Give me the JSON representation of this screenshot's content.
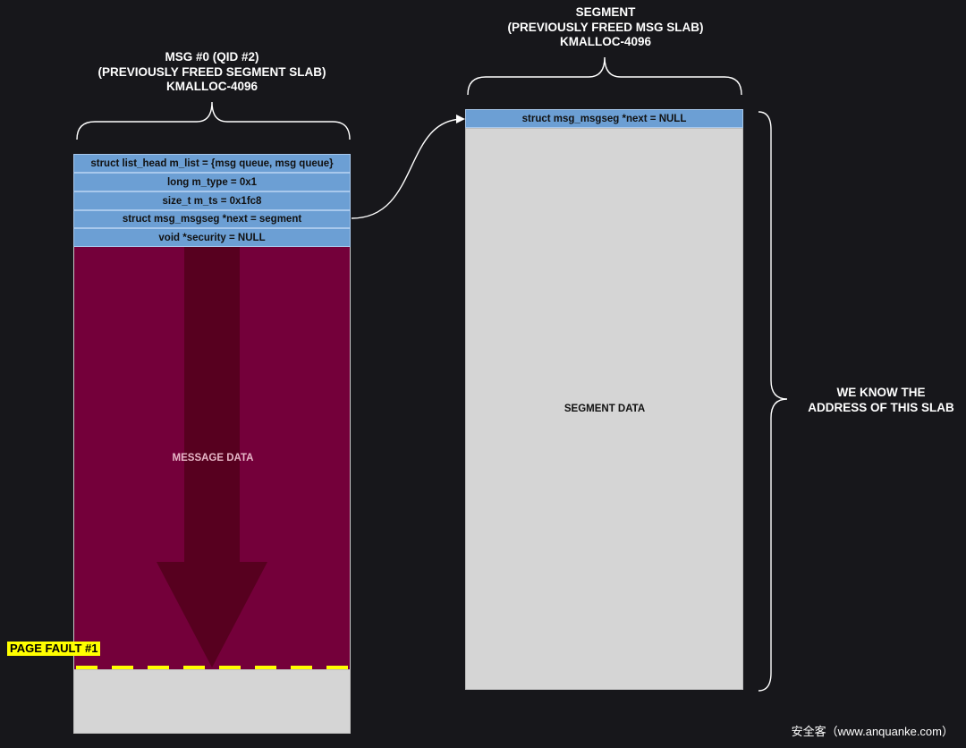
{
  "msg": {
    "title_lines": [
      "MSG #0 (QID #2)",
      "(PREVIOUSLY FREED SEGMENT SLAB)",
      "KMALLOC-4096"
    ],
    "fields": [
      "struct list_head m_list = {msg queue, msg queue}",
      "long m_type = 0x1",
      "size_t m_ts = 0x1fc8",
      "struct msg_msgseg *next = segment",
      "void *security = NULL"
    ],
    "data_label": "MESSAGE DATA",
    "page_fault_label": "PAGE FAULT #1"
  },
  "segment": {
    "title_lines": [
      "SEGMENT",
      "(PREVIOUSLY FREED MSG SLAB)",
      "KMALLOC-4096"
    ],
    "fields": [
      "struct msg_msgseg *next = NULL"
    ],
    "data_label": "SEGMENT DATA"
  },
  "note_lines": [
    "WE KNOW THE",
    "ADDRESS OF THIS SLAB"
  ],
  "watermark": "安全客（www.anquanke.com）",
  "colors": {
    "background": "#17171b",
    "header_field": "#6c9fd4",
    "message_data": "#74003a",
    "arrow": "#57001f",
    "slab_body": "#d5d5d5",
    "page_fault": "#ffff00"
  }
}
